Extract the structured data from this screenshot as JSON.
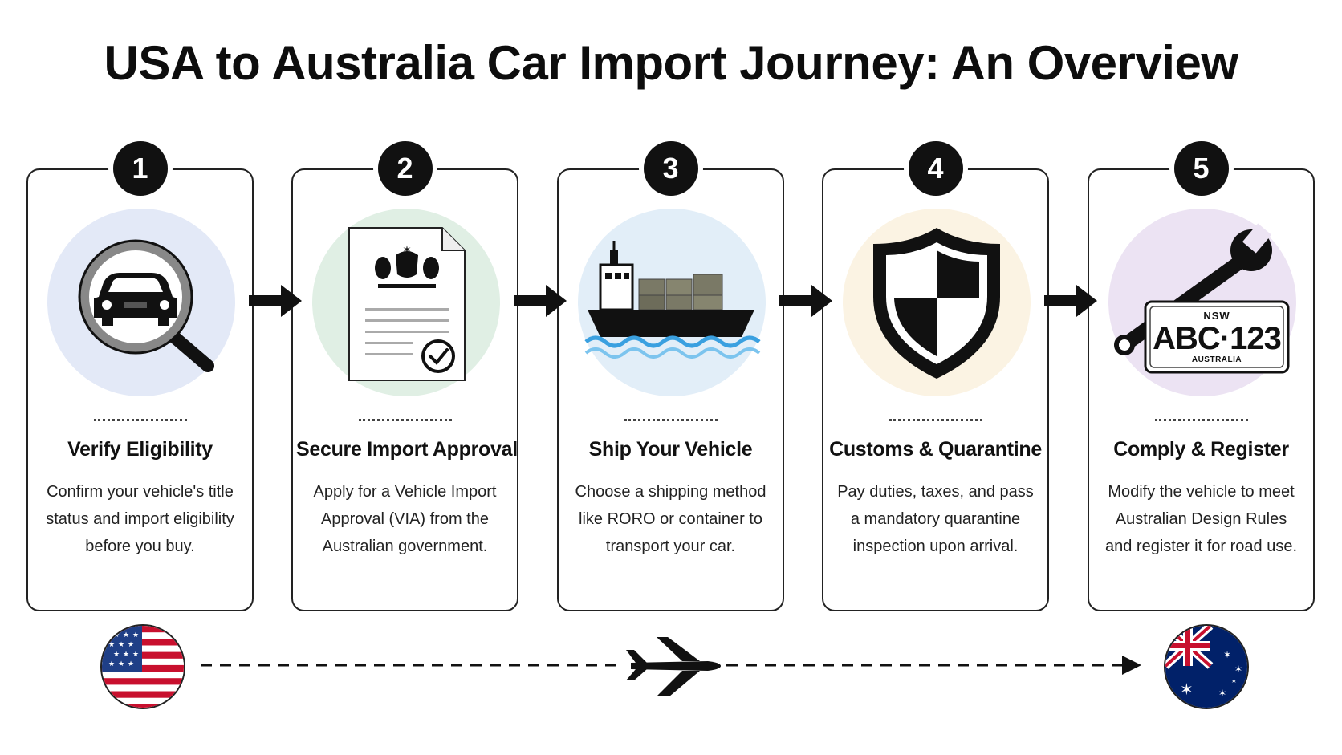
{
  "title": "USA to Australia Car Import Journey: An Overview",
  "steps": [
    {
      "number": "1",
      "title": "Verify Eligibility",
      "description": "Confirm your vehicle's title status and import eligibility before you buy.",
      "icon": "magnifier-car-icon",
      "circle_color": "#e3e9f7"
    },
    {
      "number": "2",
      "title": "Secure Import Approval",
      "description": "Apply for a Vehicle Import Approval (VIA) from the Australian government.",
      "icon": "approval-document-icon",
      "circle_color": "#e0efe4"
    },
    {
      "number": "3",
      "title": "Ship Your Vehicle",
      "description": "Choose a shipping method like RORO or container to transport your car.",
      "icon": "cargo-ship-icon",
      "circle_color": "#e2eef8"
    },
    {
      "number": "4",
      "title": "Customs & Quarantine",
      "description": "Pay duties, taxes, and pass a mandatory quarantine inspection upon arrival.",
      "icon": "shield-icon",
      "circle_color": "#fbf3e3"
    },
    {
      "number": "5",
      "title": "Comply & Register",
      "description": "Modify the vehicle to meet Australian Design Rules and register it for road use.",
      "icon": "wrench-plate-icon",
      "circle_color": "#ece3f3"
    }
  ],
  "plate": {
    "state": "NSW",
    "number": "ABC·123",
    "country": "AUSTRALIA"
  },
  "journey": {
    "origin_icon": "usa-flag-icon",
    "transport_icon": "airplane-icon",
    "destination_icon": "australia-flag-icon"
  }
}
